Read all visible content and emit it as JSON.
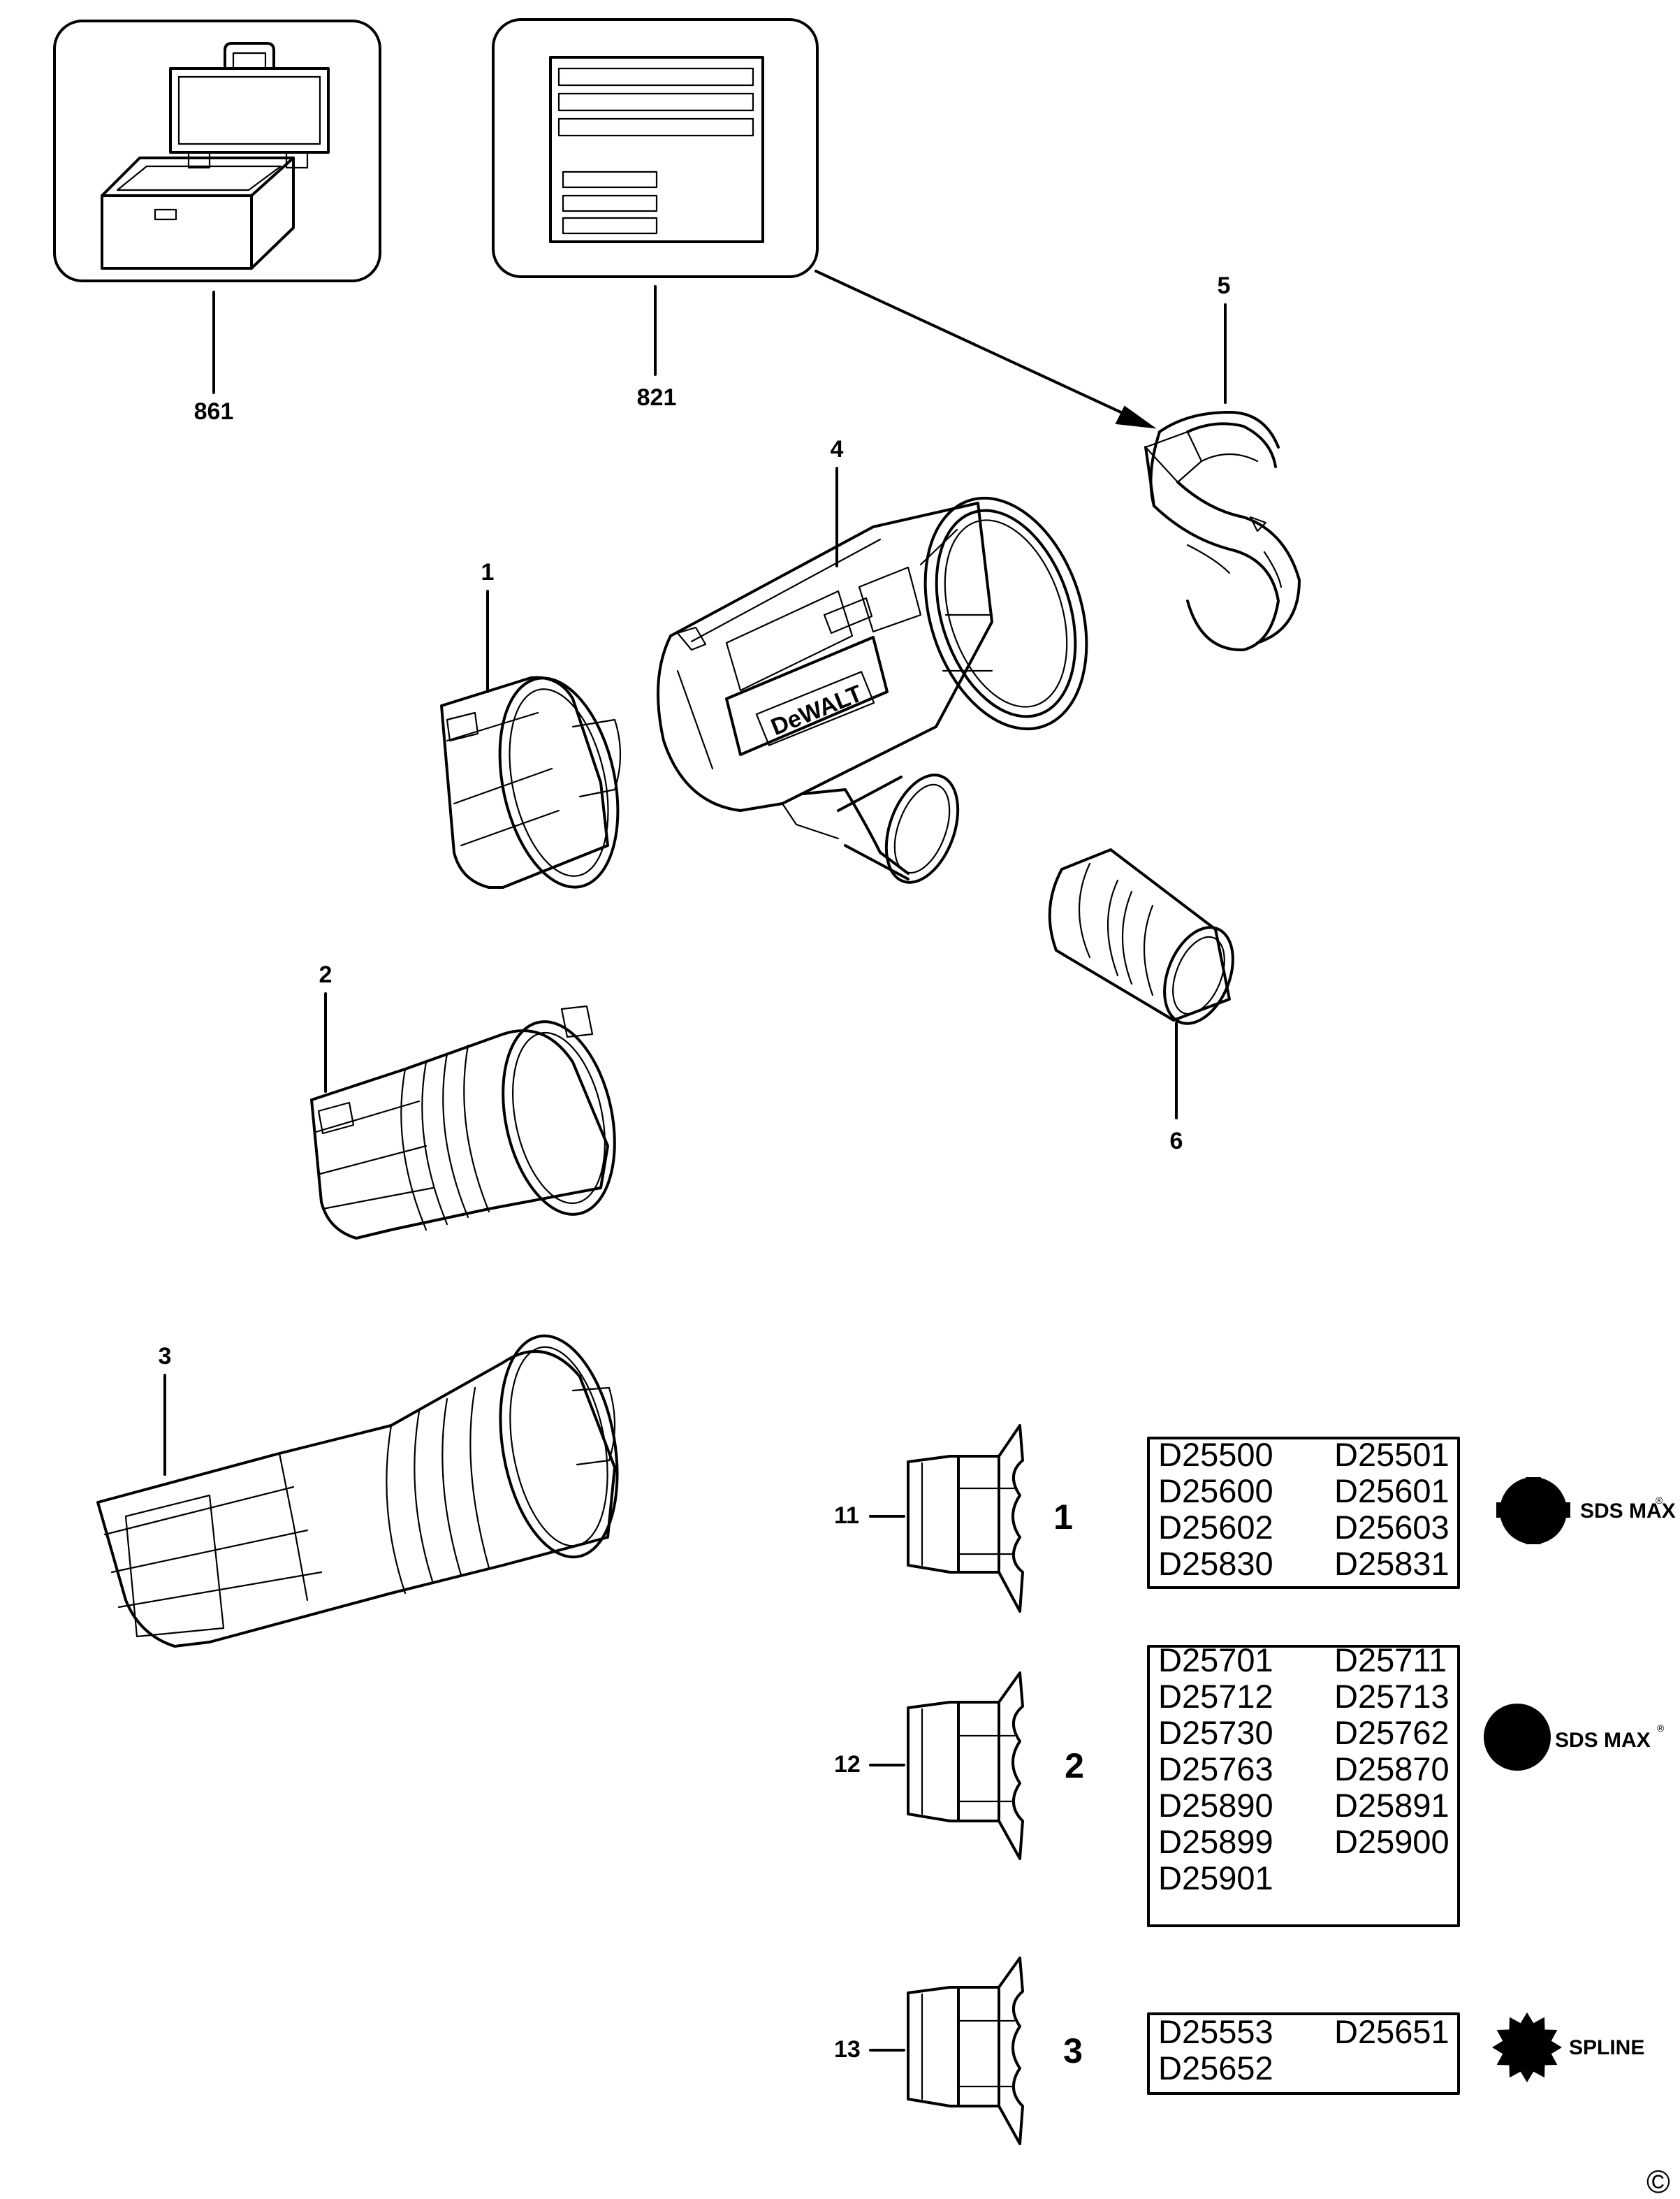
{
  "callouts": {
    "case": "861",
    "label_sheet": "821",
    "clamp": "5",
    "body": "4",
    "adapter_1": "1",
    "adapter_2": "2",
    "adapter_3": "3",
    "hose_connector": "6"
  },
  "brand_text": "DeWALT",
  "adapter_table": [
    {
      "callout": "11",
      "adapter": "1",
      "models": [
        "D25500",
        "D25501",
        "D25600",
        "D25601",
        "D25602",
        "D25603",
        "D25830",
        "D25831"
      ],
      "shank": "SDS MAX",
      "shank_reg": "®",
      "shank_icon": "sds-max-shank-icon"
    },
    {
      "callout": "12",
      "adapter": "2",
      "models": [
        "D25701",
        "D25711",
        "D25712",
        "D25713",
        "D25730",
        "D25762",
        "D25763",
        "D25870",
        "D25890",
        "D25891",
        "D25899",
        "D25900",
        "D25901"
      ],
      "shank": "SDS MAX",
      "shank_reg": "®",
      "shank_icon": "sds-max-shank-icon"
    },
    {
      "callout": "13",
      "adapter": "3",
      "models": [
        "D25553",
        "D25651",
        "D25652"
      ],
      "shank": "SPLINE",
      "shank_reg": "",
      "shank_icon": "spline-shank-icon"
    }
  ],
  "copyright": "©"
}
